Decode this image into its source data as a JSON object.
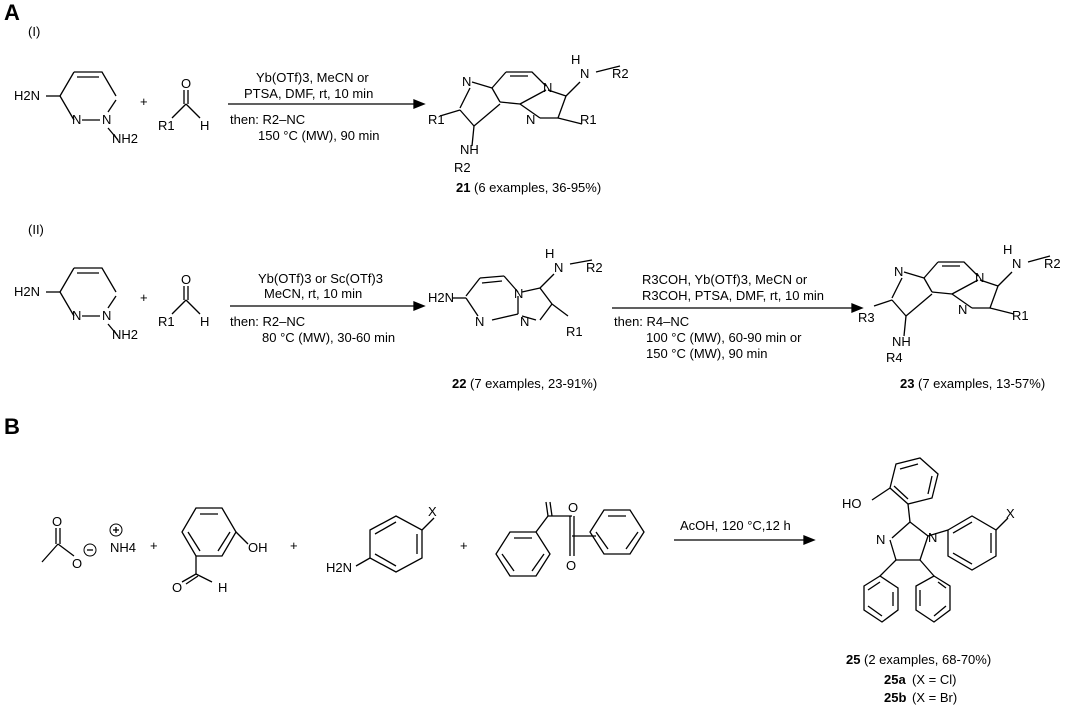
{
  "panels": {
    "a": "A",
    "b": "B"
  },
  "parts": {
    "i": "(I)",
    "ii": "(II)"
  },
  "substituent_labels": {
    "h2n": "H2N",
    "nh2": "NH2",
    "n": "N",
    "nh": "NH",
    "n_h": "N",
    "h": "H",
    "r1": "R1",
    "r2": "R2",
    "r3": "R3",
    "r4": "R4",
    "o": "O",
    "oh": "OH",
    "ho": "HO",
    "x": "X",
    "nh4": "NH4"
  },
  "scheme_I": {
    "conditions": [
      "Yb(OTf)3, MeCN or",
      "PTSA, DMF, rt, 10 min",
      "then: R2–NC",
      "150 °C (MW), 90 min"
    ],
    "product_id": "21",
    "product_note": "(6 examples, 36-95%)"
  },
  "scheme_II": {
    "step1_conditions": [
      "Yb(OTf)3 or Sc(OTf)3",
      "MeCN, rt, 10 min",
      "then: R2–NC",
      "80 °C (MW), 30-60 min"
    ],
    "intermediate_id": "22",
    "intermediate_note": "(7 examples, 23-91%)",
    "step2_conditions": [
      "R3COH, Yb(OTf)3, MeCN or",
      "R3COH, PTSA, DMF, rt, 10 min",
      "then: R4–NC",
      "100 °C (MW), 60-90 min or",
      "150 °C (MW), 90 min"
    ],
    "product_id": "23",
    "product_note": "(7 examples, 13-57%)"
  },
  "scheme_B": {
    "conditions": "AcOH, 120 °C,12 h",
    "product_id": "25",
    "product_note": "(2 examples, 68-70%)",
    "variants": [
      {
        "id": "25a",
        "note": "(X = Cl)"
      },
      {
        "id": "25b",
        "note": "(X = Br)"
      }
    ]
  },
  "plus": "+"
}
